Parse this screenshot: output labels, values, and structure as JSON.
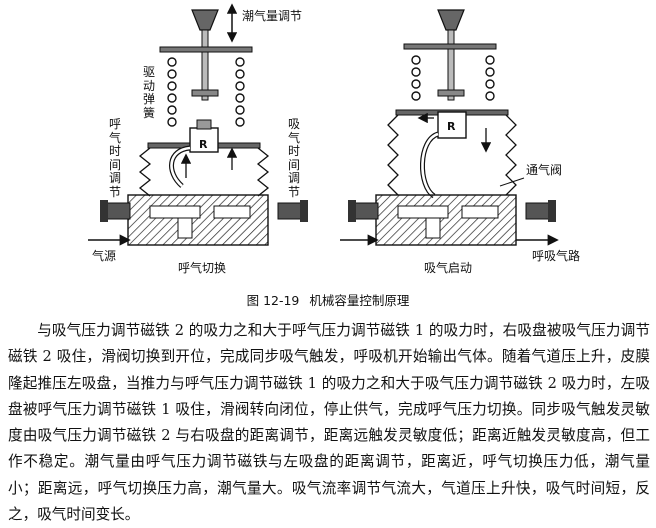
{
  "figure": {
    "left": {
      "top_label": "潮气量调节",
      "spring_label": "驱动弹簧",
      "left_side_label": "呼气时间调节",
      "right_side_label": "吸气时间调节",
      "source_label": "气源",
      "caption": "呼气切换",
      "valve_letter": "R"
    },
    "right": {
      "vent_label": "通气阀",
      "outlet_label": "呼吸气路",
      "caption": "吸气启动",
      "valve_letter": "R"
    }
  },
  "caption": {
    "number": "图 12-19",
    "title": "机械容量控制原理"
  },
  "body_text": "与吸气压力调节磁铁 2 的吸力之和大于呼气压力调节磁铁 1 的吸力时，右吸盘被吸气压力调节磁铁 2 吸住，滑阀切换到开位，完成同步吸气触发，呼吸机开始输出气体。随着气道压上升，皮膜隆起推压左吸盘，当推力与呼气压力调节磁铁 1 的吸力之和大于吸气压力调节磁铁 2 吸力时，左吸盘被呼气压力调节磁铁 1 吸住，滑阀转向闭位，停止供气，完成呼气压力切换。同步吸气触发灵敏度由吸气压力调节磁铁 2 与右吸盘的距离调节，距离远触发灵敏度低；距离近触发灵敏度高，但工作不稳定。潮气量由呼气压力调节磁铁与左吸盘的距离调节，距离近，呼气切换压力低，潮气量小；距离远，呼气切换压力高，潮气量大。吸气流率调节气流大，气道压上升快，吸气时间短，反之，吸气时间变长。"
}
